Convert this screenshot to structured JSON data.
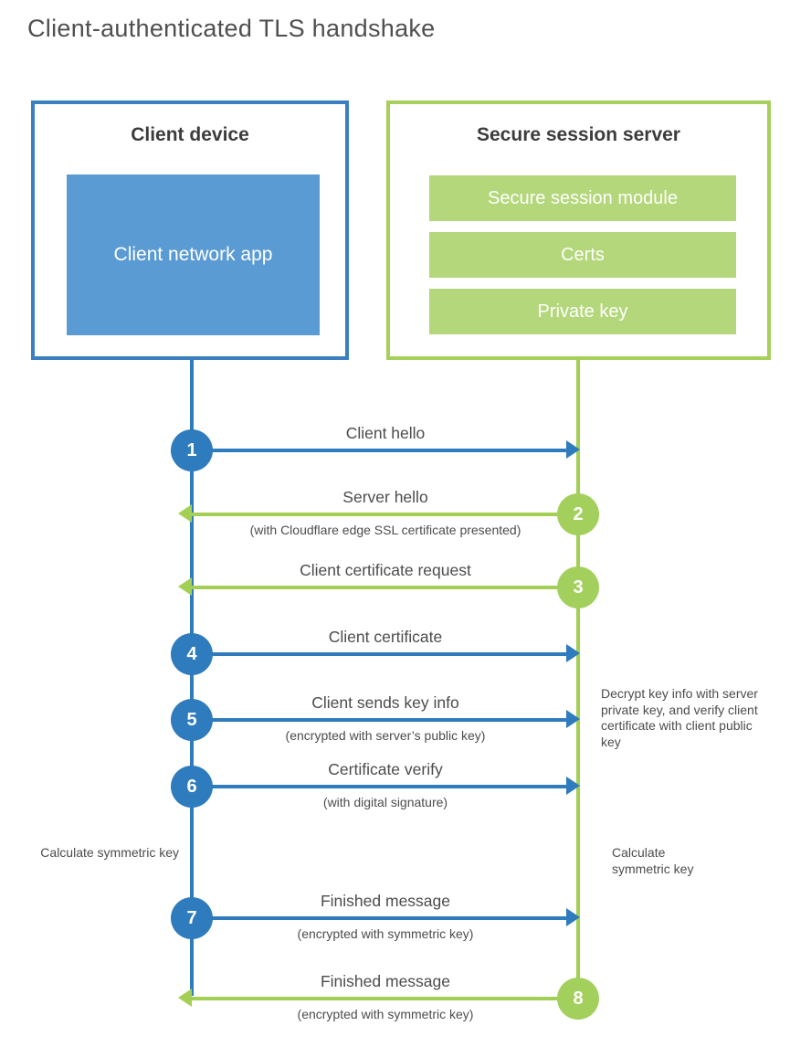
{
  "title": "Client-authenticated TLS handshake",
  "client": {
    "title": "Client device",
    "app_label": "Client network app"
  },
  "server": {
    "title": "Secure session server",
    "modules": [
      "Secure session module",
      "Certs",
      "Private key"
    ]
  },
  "steps": [
    {
      "num": "1",
      "label": "Client hello",
      "sub": "",
      "direction": "client-to-server"
    },
    {
      "num": "2",
      "label": "Server hello",
      "sub": "(with Cloudflare edge SSL certificate presented)",
      "direction": "server-to-client"
    },
    {
      "num": "3",
      "label": "Client certificate request",
      "sub": "",
      "direction": "server-to-client"
    },
    {
      "num": "4",
      "label": "Client certificate",
      "sub": "",
      "direction": "client-to-server"
    },
    {
      "num": "5",
      "label": "Client sends key info",
      "sub": "(encrypted with server’s public key)",
      "direction": "client-to-server"
    },
    {
      "num": "6",
      "label": "Certificate verify",
      "sub": "(with digital signature)",
      "direction": "client-to-server"
    },
    {
      "num": "7",
      "label": "Finished message",
      "sub": "(encrypted with symmetric key)",
      "direction": "client-to-server"
    },
    {
      "num": "8",
      "label": "Finished message",
      "sub": "(encrypted with symmetric key)",
      "direction": "server-to-client"
    }
  ],
  "annotations": {
    "decrypt_note": "Decrypt key info with server private key, and verify client certificate with client public key",
    "calc_left": "Calculate symmetric key",
    "calc_right": "Calculate symmetric key"
  },
  "colors": {
    "blue": "#2e7bbd",
    "blue_fill": "#5b9bd3",
    "blue_border": "#3a80c1",
    "green": "#a3cf55",
    "green_fill": "#b3d77a",
    "green_border": "#a6d05b",
    "text": "#4c4c4c"
  }
}
